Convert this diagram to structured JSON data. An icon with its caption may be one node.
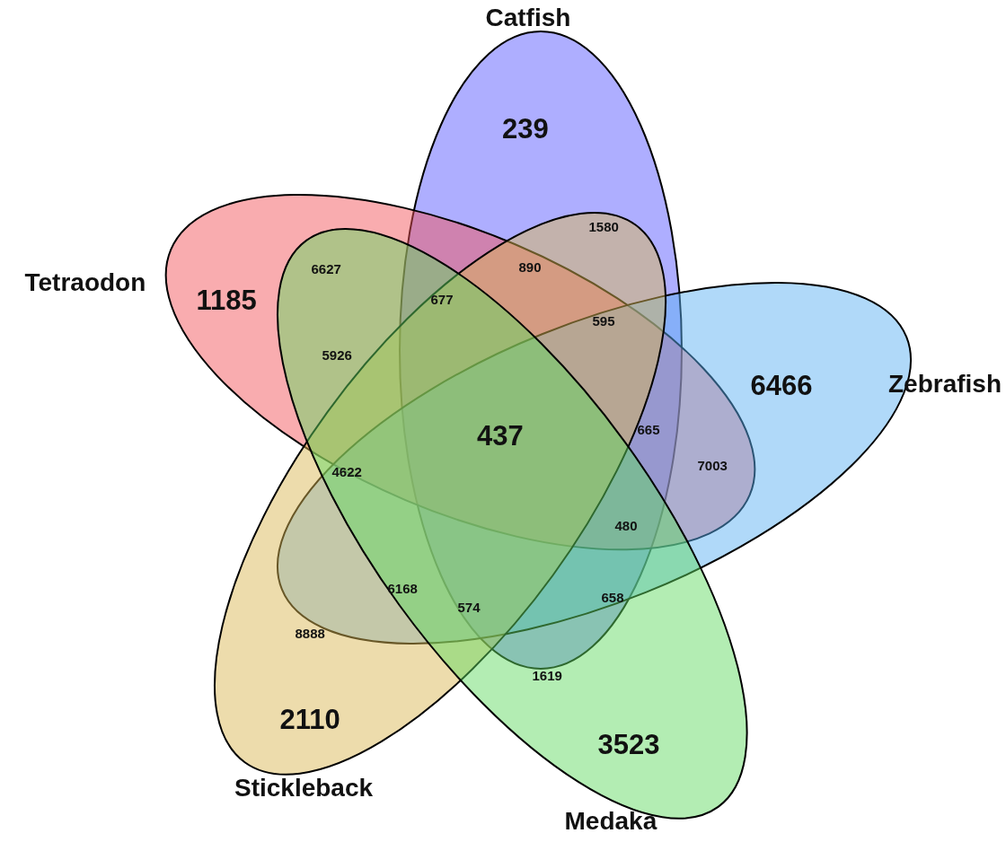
{
  "diagram": {
    "nodes": [
      {
        "text": [
          "Catfish",
          "239"
        ]
      },
      {
        "text": [
          "Tetraodon",
          "1185"
        ]
      },
      {
        "text": [
          "6466",
          "Zebrafish"
        ]
      },
      {
        "text": [
          "2110",
          "Stickleback"
        ]
      },
      {
        "text": [
          "3523",
          "Medaka"
        ]
      }
    ],
    "labels": [
      "1580",
      "890",
      "6627",
      "677",
      "595",
      "5926",
      "665",
      "437",
      "7003",
      "4622",
      "480",
      "6168",
      "658",
      "574",
      "8888",
      "1619"
    ]
  }
}
